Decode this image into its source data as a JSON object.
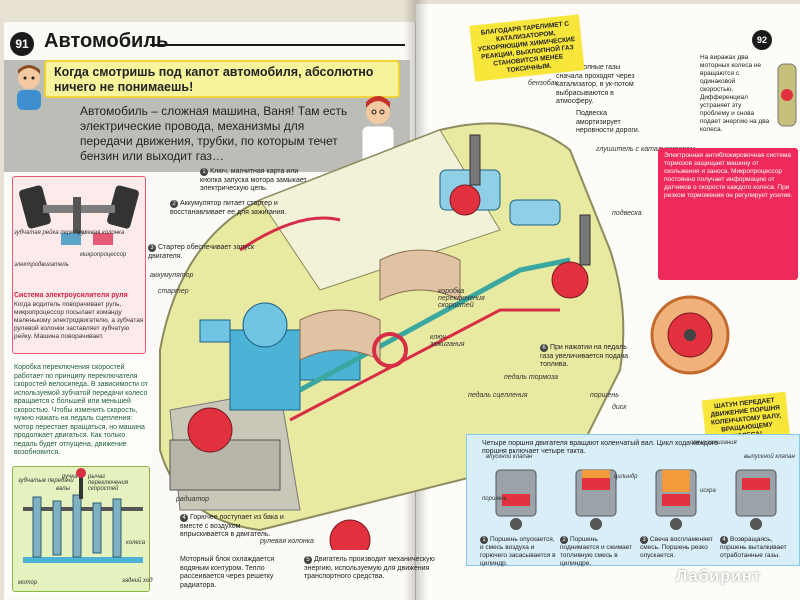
{
  "pages": {
    "left_number": "91",
    "right_number": "92",
    "title": "Автомобиль"
  },
  "dialogue": {
    "kid": "Когда смотришь под капот автомобиля, абсолютно ничего не понимаешь!",
    "doctor": "Автомобиль – сложная машина, Ваня! Там есть электрические провода, механизмы для передачи движения, трубки, по которым течет бензин или выходит газ…"
  },
  "callouts": {
    "c1": "Ключ, магнитная карта или кнопка запуска мотора замыкает электрическую цепь.",
    "c2": "Аккумулятор питает стартер и восстанавливает ее для зажигания.",
    "c3": "Стартер обеспечивает запуск двигателя.",
    "c4": "Горючее поступает из бака и вместе с воздухом впрыскивается в двигатель.",
    "c5": "Двигатель производит механическую энергию, используемую для движения транспортного средства.",
    "c6": "Моторный блок охлаждается водяным контуром. Тепло рассеивается через решетку радиатора.",
    "c7": "Выхлопные газы сначала проходят через катализатор, в ук-потом выбрасываются в атмосферу.",
    "c8": "Подвеска амортизирует неровности дороги.",
    "c9": "При нажатии на педаль газа увеличивается подача топлива."
  },
  "steering_box": {
    "title": "Система электроусилителя руля",
    "text": "Когда водитель поворачивает руль, микропроцессор посылает команду маленькому электродвигателю, а зубчатая рулевой колонки заставляет зубчатую рейку. Машина поворачивает.",
    "labels": [
      "зубчатая рейка передачи",
      "рулевая колонка",
      "электродвигатель",
      "микропроцессор"
    ]
  },
  "gearbox": {
    "title": "Коробка переключения скоростей работает по принципу переключателя скоростей велосипеда. В зависимости от используемой зубчатой передачи колесо вращается с большей или меньшей скоростью. Чтобы изменить скорость, нужно нажать на педаль сцепления: мотор перестает вращаться, но машина продолжает двигаться. Как только педаль будет отпущена, движение возобновится.",
    "labels": [
      "зубчатые передачи",
      "ручка",
      "валы",
      "рычаг переключения скоростей",
      "мотор",
      "колеса",
      "задний ход"
    ]
  },
  "car_labels": {
    "benzobak": "бензобак",
    "glushitel": "глушитель с катализатором",
    "podveska": "подвеска",
    "akkumulyator": "аккумулятор",
    "starter": "стартер",
    "korobka": "коробка переключения скоростей",
    "klyuch": "ключ зажигания",
    "pedal_tormoza": "педаль тормоза",
    "pedal_scepleniya": "педаль сцепления",
    "radiator": "радиатор",
    "rulevaya": "рулевая колонка",
    "porshen": "поршень",
    "disk": "диск"
  },
  "notes": {
    "catalyst": "БЛАГОДАРЯ ТАРЕЛИМЕТ С КАТАЛИЗАТОРОМ, УСКОРЯЮЩИМ ХИМИЧЕСКИЕ РЕАКЦИИ, ВЫХЛОПНОЙ ГАЗ СТАНОВИТСЯ МЕНЕЕ ТОКСИЧНЫМ.",
    "pistons": "ШАТУН ПЕРЕДАЕТ ДВИЖЕНИЕ ПОРШНЯ КОЛЕНЧАТОМУ ВАЛУ, ВРАЩАЮЩЕМУ КОЛЕСА!"
  },
  "right_column": {
    "differential": "На виражах два моторных колеса не вращаются с одинаковой скоростью. Дифференциал устраняет эту проблему и снова подает энергию на два колеса.",
    "abs": "Электронная антиблокировочная система тормозов защищает машину от скольжения и заноса. Микропроцессор постоянно получает информацию от датчиков о скорости каждого колеса. При резком торможении он регулирует усилие."
  },
  "pistons_section": {
    "intro": "Четыре поршня двигателя вращают коленчатый вал. Цикл хода каждого поршня включает четыре такта.",
    "labels": [
      "впускной клапан",
      "поршень",
      "цилиндр",
      "свеча зажигания",
      "искра",
      "выпускной клапан"
    ],
    "steps": [
      "Поршень опускается, и смесь воздуха и горючего засасывается в цилиндр.",
      "Поршень поднимается и сжимает топливную смесь в цилиндре.",
      "Свеча воспламеняет смесь. Поршень резко опускается.",
      "Возвращаясь, поршень выталкивает отработанные газы."
    ]
  },
  "watermark": "Лабиринт",
  "colors": {
    "pink": "#ee2a5b",
    "green": "#8ab547",
    "yellow": "#f8e63b",
    "blue": "#4cb3d6"
  }
}
